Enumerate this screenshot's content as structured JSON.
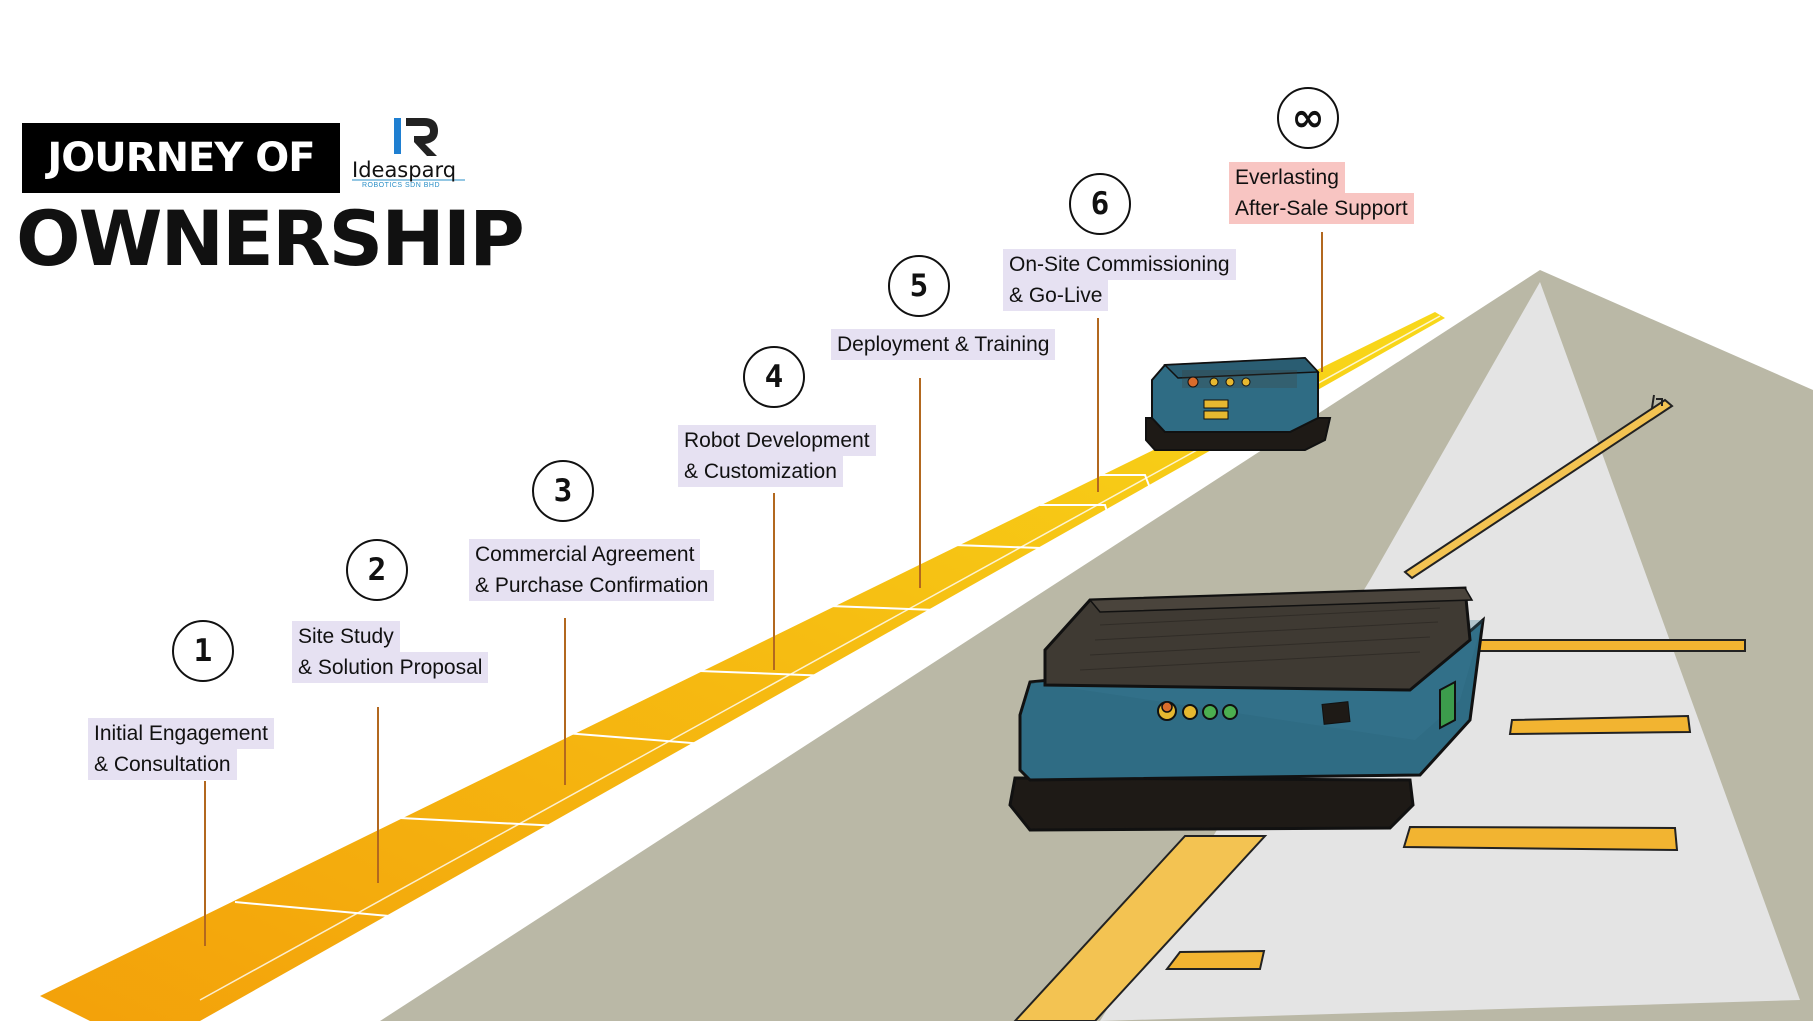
{
  "header": {
    "title_line1": "JOURNEY OF",
    "title_line2": "OWNERSHIP",
    "logo_name": "Ideasparq",
    "logo_subtitle": "ROBOTICS SDN BHD"
  },
  "steps": [
    {
      "number": "1",
      "line1": "Initial Engagement",
      "line2": "& Consultation"
    },
    {
      "number": "2",
      "line1": "Site Study",
      "line2": "& Solution Proposal"
    },
    {
      "number": "3",
      "line1": "Commercial Agreement",
      "line2": "& Purchase Confirmation"
    },
    {
      "number": "4",
      "line1": "Robot Development",
      "line2": "& Customization"
    },
    {
      "number": "5",
      "line1": "Deployment & Training",
      "line2": ""
    },
    {
      "number": "6",
      "line1": "On-Site Commissioning",
      "line2": "& Go-Live"
    },
    {
      "number": "∞",
      "line1": "Everlasting",
      "line2": "After-Sale Support"
    }
  ],
  "colors": {
    "road_orange": "#f2a10e",
    "road_yellow": "#f6cf14",
    "floor_grey": "#bab8a6",
    "light_beam": "#e4e4e4",
    "robot_blue": "#2f6c84",
    "robot_top": "#3f3a33",
    "label_bg": "#e6e1f2",
    "label_bg_final": "#f8c5c2",
    "connector": "#b2681f"
  }
}
